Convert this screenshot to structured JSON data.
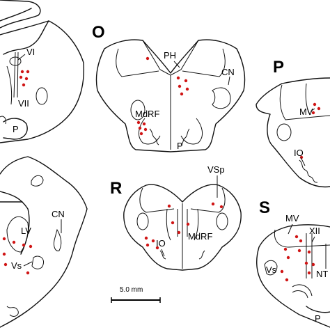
{
  "panels": {
    "O": "O",
    "P": "P",
    "R": "R",
    "S": "S"
  },
  "labels": {
    "VI": "VI",
    "VII": "VII",
    "P_left": "P",
    "PH": "PH",
    "CN_O": "CN",
    "MdRF_O": "MdRF",
    "P_O": "P",
    "MV_P": "MV",
    "IO_P": "IO",
    "CN_left": "CN",
    "LV": "LV",
    "Vs_left": "Vs",
    "VSp": "VSp",
    "IO_R": "IO",
    "MdRF_R": "MdRF",
    "MV_S": "MV",
    "XII": "XII",
    "Vs_S": "Vs",
    "NT": "NT",
    "P_S": "P"
  },
  "scale_bar": "5.0 mm",
  "colors": {
    "outline": "#111111",
    "dot": "#d01515",
    "background": "#ffffff"
  }
}
